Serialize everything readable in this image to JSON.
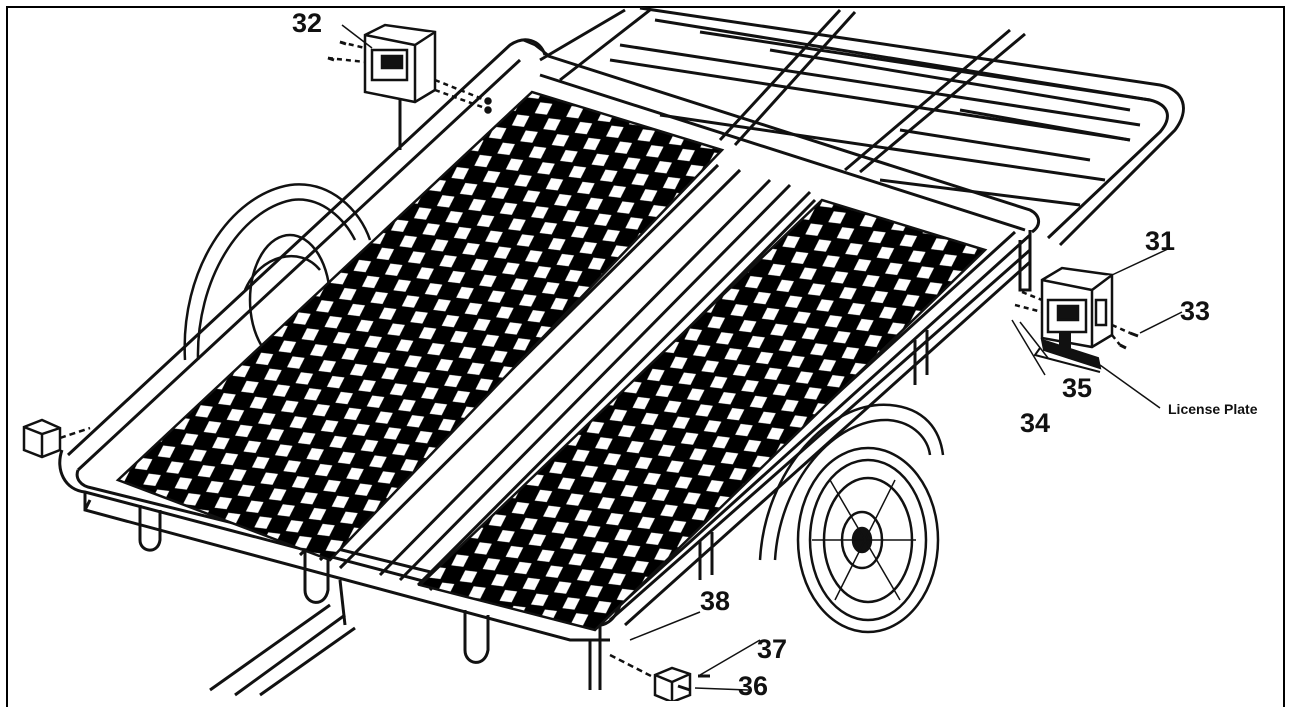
{
  "diagram": {
    "callouts": {
      "c31": "31",
      "c32": "32",
      "c33": "33",
      "c34": "34",
      "c35": "35",
      "c36": "36",
      "c37": "37",
      "c38": "38"
    },
    "license_plate_label": "License Plate"
  },
  "colors": {
    "line": "#111111",
    "background": "#ffffff"
  }
}
